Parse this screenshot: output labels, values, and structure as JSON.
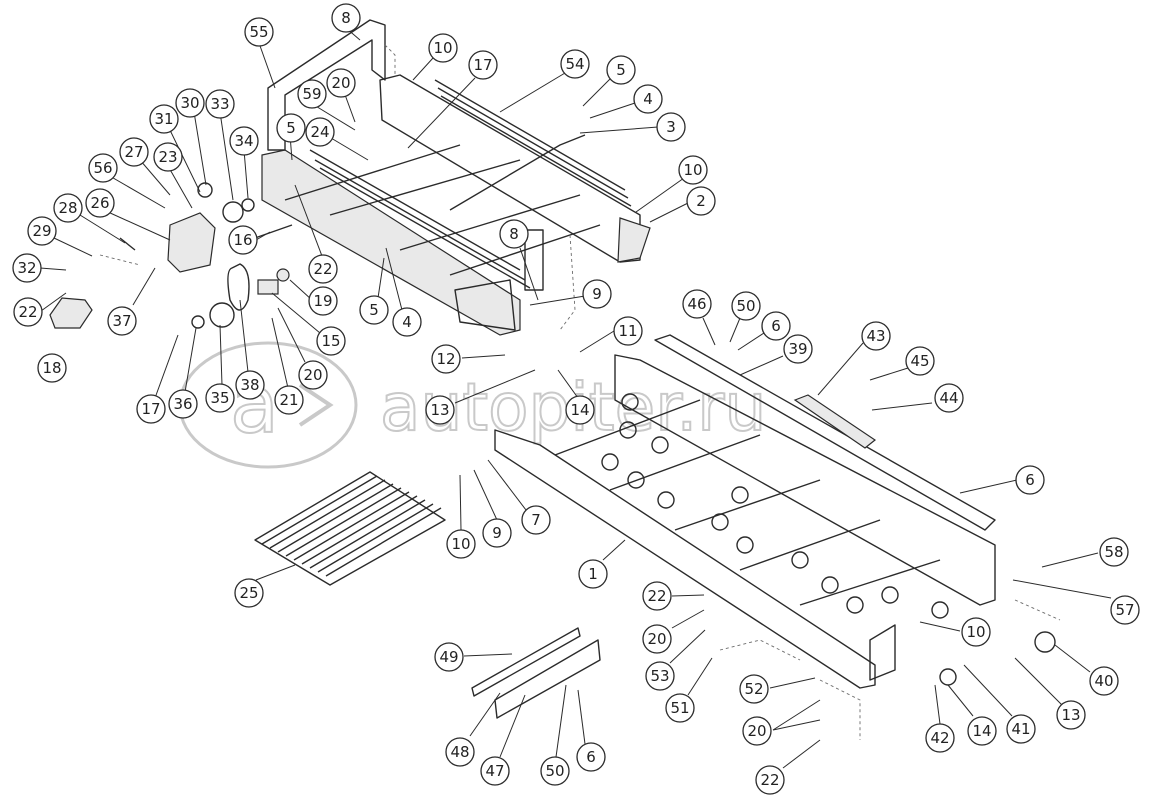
{
  "watermark": {
    "text": "autopiter.ru",
    "color": "#c9c9c9"
  },
  "callouts": [
    "55",
    "8",
    "10",
    "17",
    "54",
    "5",
    "4",
    "3",
    "59",
    "20",
    "24",
    "30",
    "33",
    "31",
    "34",
    "27",
    "23",
    "56",
    "5",
    "10",
    "2",
    "26",
    "28",
    "29",
    "32",
    "22",
    "18",
    "16",
    "22",
    "8",
    "9",
    "19",
    "15",
    "37",
    "5",
    "4",
    "46",
    "50",
    "6",
    "43",
    "45",
    "39",
    "44",
    "17",
    "36",
    "35",
    "38",
    "21",
    "20",
    "12",
    "11",
    "13",
    "14",
    "7",
    "9",
    "10",
    "6",
    "25",
    "1",
    "58",
    "57",
    "22",
    "20",
    "53",
    "10",
    "40",
    "51",
    "13",
    "49",
    "52",
    "20",
    "41",
    "14",
    "42",
    "48",
    "47",
    "50",
    "6",
    "22"
  ]
}
